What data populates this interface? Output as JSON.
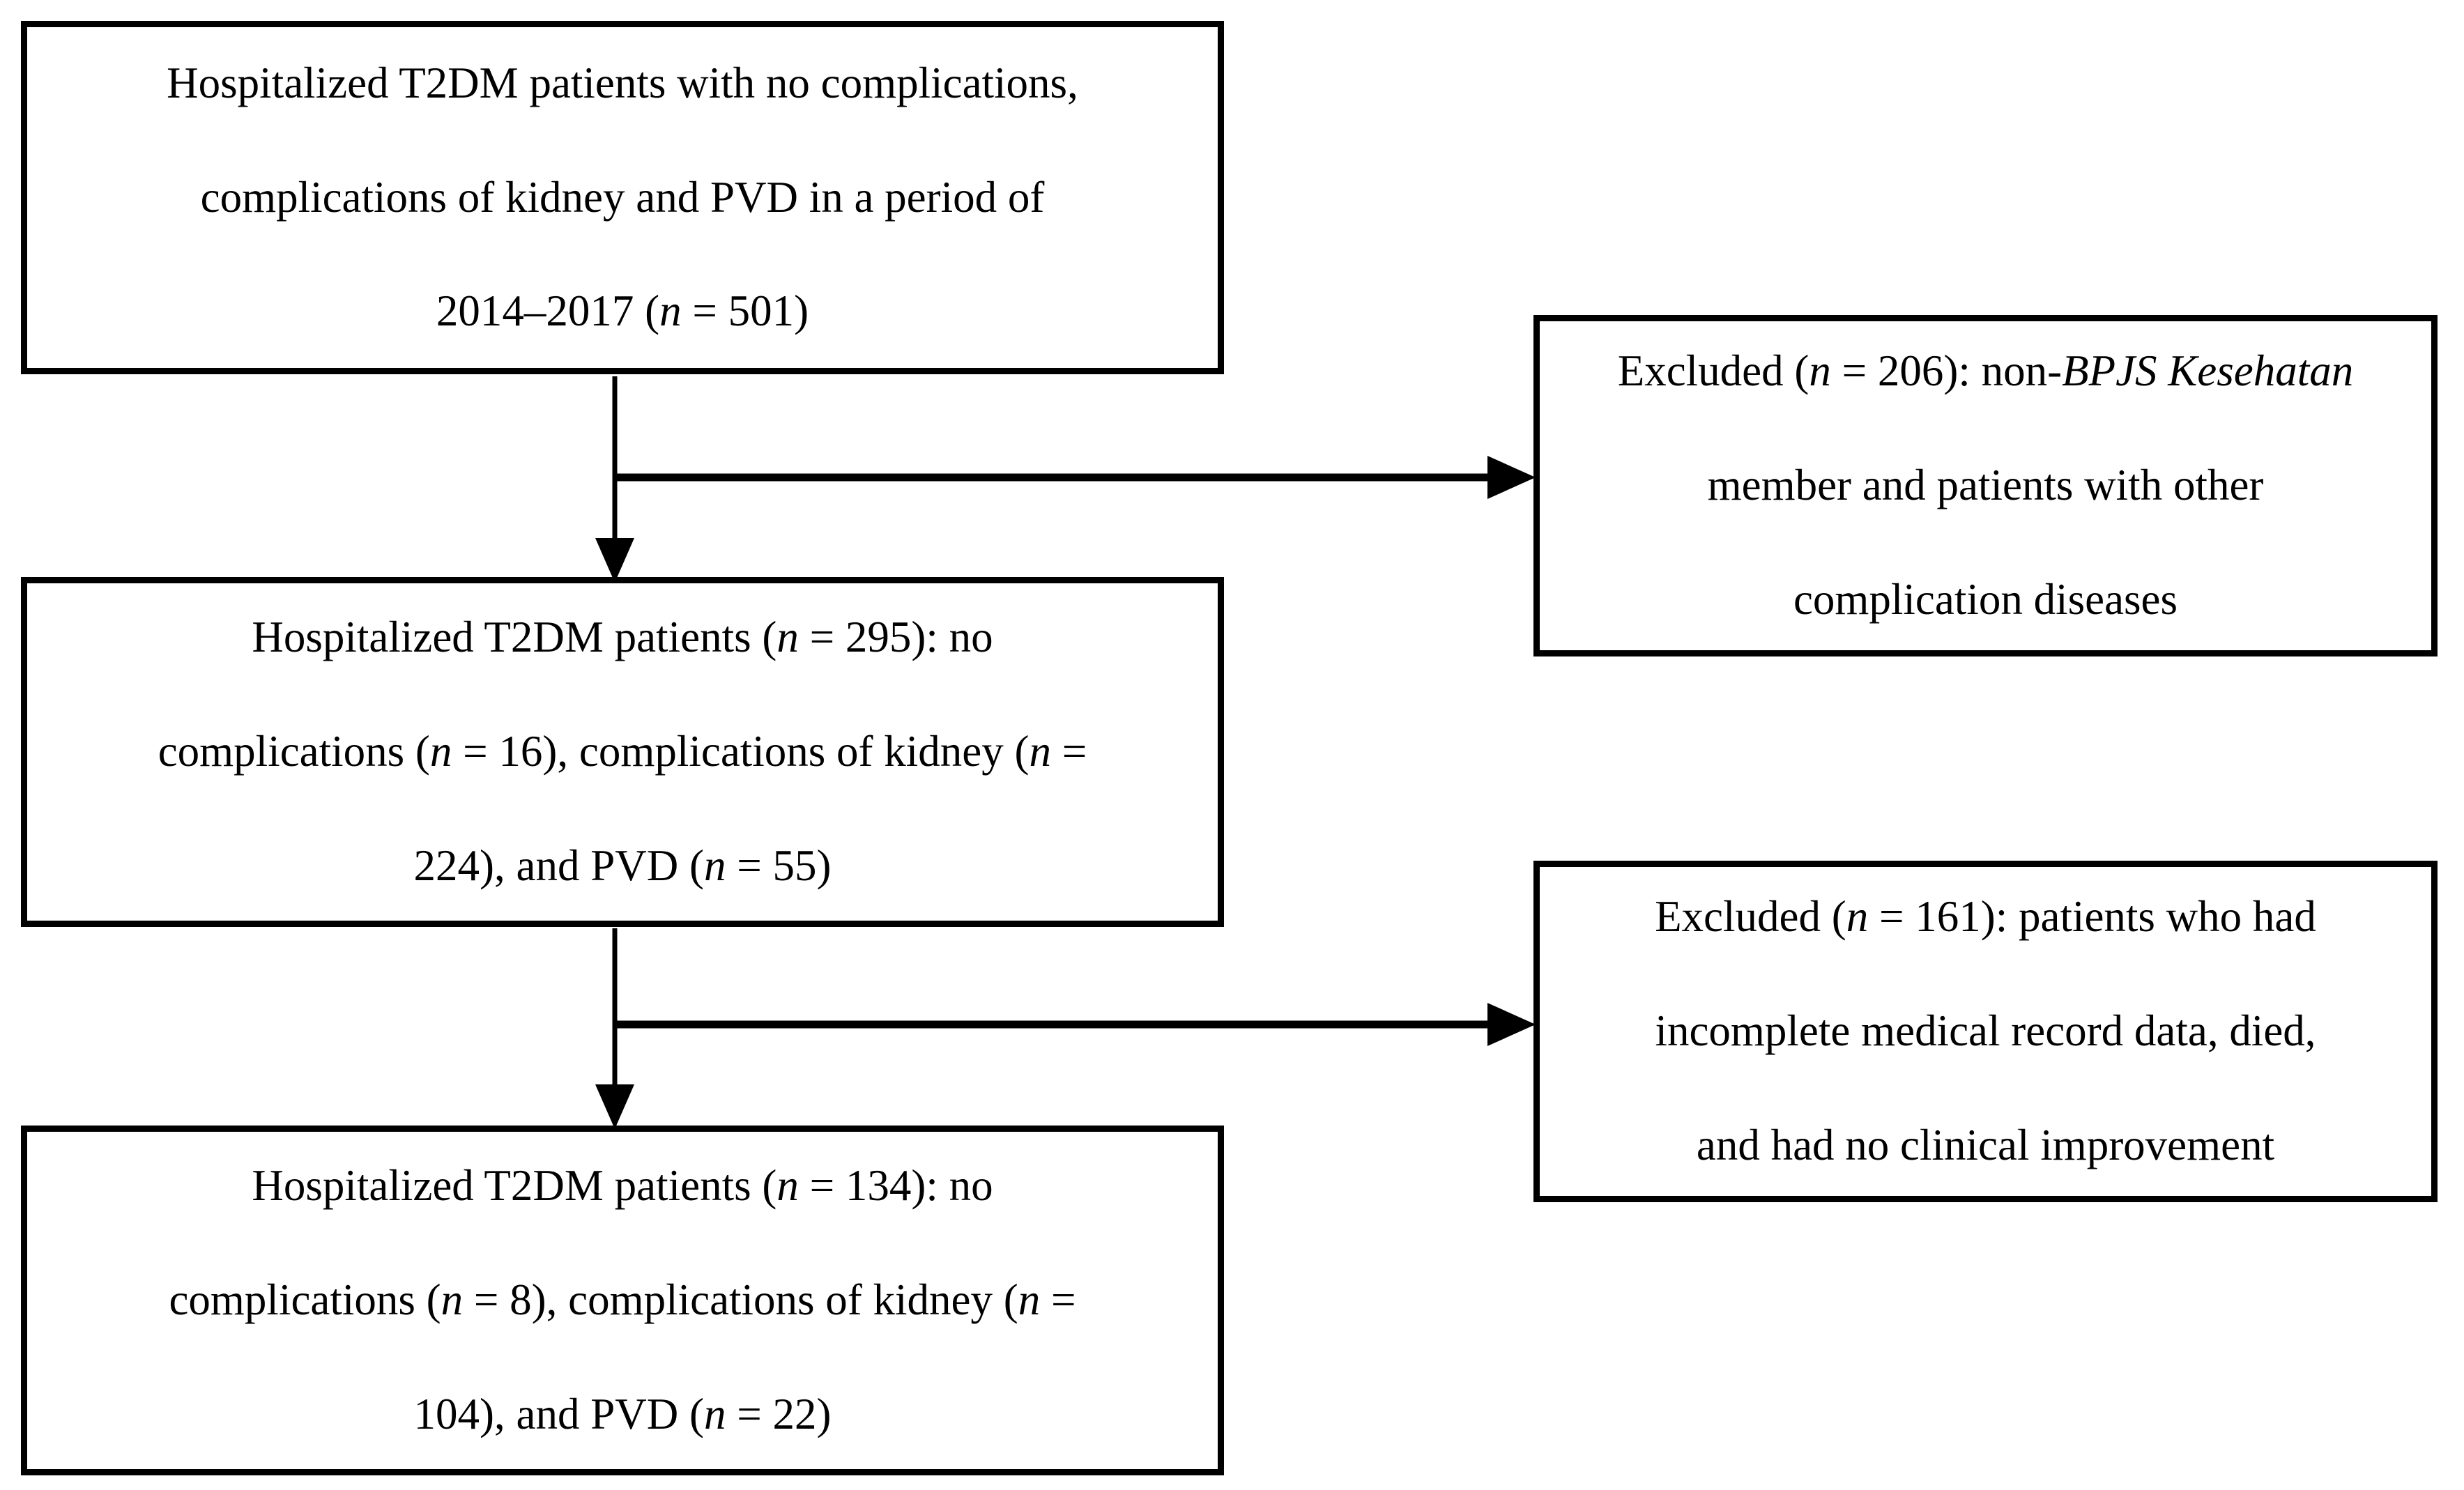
{
  "diagram": {
    "type": "patient-flow",
    "colors": {
      "border": "#000000",
      "text": "#000000",
      "background": "#ffffff",
      "arrow": "#000000"
    },
    "boxes": [
      {
        "id": "initial-cohort",
        "lines": [
          [
            {
              "t": "Hospitalized T2DM patients with no complications,"
            }
          ],
          [
            {
              "t": "complications of kidney and PVD in a period of"
            }
          ],
          [
            {
              "t": "2014–2017 ("
            },
            {
              "t": "n",
              "i": true
            },
            {
              "t": " = 501)"
            }
          ]
        ]
      },
      {
        "id": "excluded-1",
        "lines": [
          [
            {
              "t": "Excluded ("
            },
            {
              "t": "n",
              "i": true
            },
            {
              "t": " = 206): non-"
            },
            {
              "t": "BPJS Kesehatan",
              "i": true
            }
          ],
          [
            {
              "t": "member and patients with other"
            }
          ],
          [
            {
              "t": "complication diseases"
            }
          ]
        ]
      },
      {
        "id": "screened-cohort",
        "lines": [
          [
            {
              "t": "Hospitalized T2DM patients ("
            },
            {
              "t": "n",
              "i": true
            },
            {
              "t": " = 295): no"
            }
          ],
          [
            {
              "t": "complications ("
            },
            {
              "t": "n",
              "i": true
            },
            {
              "t": " = 16), complications of kidney ("
            },
            {
              "t": "n",
              "i": true
            },
            {
              "t": " ="
            }
          ],
          [
            {
              "t": "224), and PVD ("
            },
            {
              "t": "n",
              "i": true
            },
            {
              "t": " = 55)"
            }
          ]
        ]
      },
      {
        "id": "excluded-2",
        "lines": [
          [
            {
              "t": "Excluded ("
            },
            {
              "t": "n",
              "i": true
            },
            {
              "t": " = 161): patients who had"
            }
          ],
          [
            {
              "t": "incomplete medical record data, died,"
            }
          ],
          [
            {
              "t": "and had no clinical improvement"
            }
          ]
        ]
      },
      {
        "id": "final-cohort",
        "lines": [
          [
            {
              "t": "Hospitalized T2DM patients ("
            },
            {
              "t": "n",
              "i": true
            },
            {
              "t": " = 134): no"
            }
          ],
          [
            {
              "t": "complications ("
            },
            {
              "t": "n",
              "i": true
            },
            {
              "t": " = 8), complications of kidney ("
            },
            {
              "t": "n",
              "i": true
            },
            {
              "t": " ="
            }
          ],
          [
            {
              "t": "104), and PVD ("
            },
            {
              "t": "n",
              "i": true
            },
            {
              "t": " = 22)"
            }
          ]
        ]
      }
    ],
    "connectors": [
      {
        "from": "initial-cohort",
        "to": "screened-cohort",
        "direction": "down"
      },
      {
        "from": "initial-cohort",
        "to": "excluded-1",
        "direction": "right"
      },
      {
        "from": "screened-cohort",
        "to": "final-cohort",
        "direction": "down"
      },
      {
        "from": "screened-cohort",
        "to": "excluded-2",
        "direction": "right"
      }
    ]
  }
}
